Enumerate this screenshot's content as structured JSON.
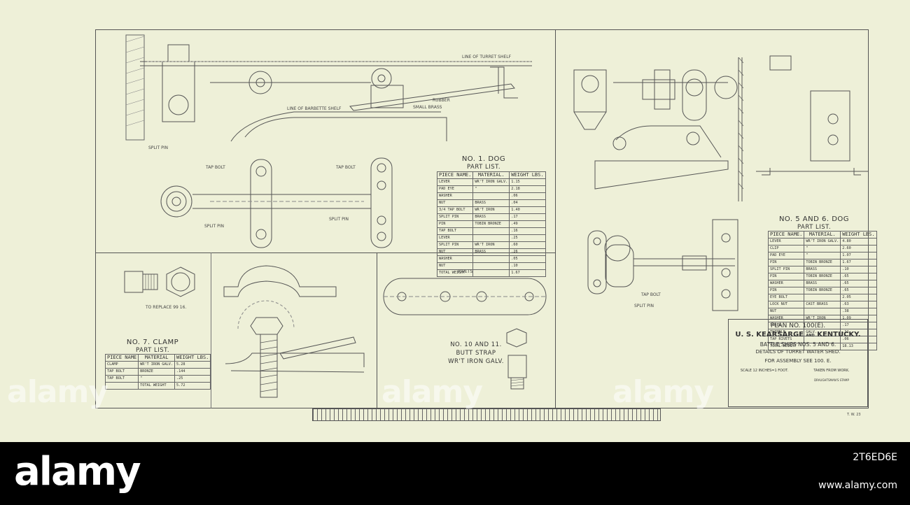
{
  "plan": {
    "number": "PLAN NO. 100(E).",
    "ships_main": "U. S. KEARSARGE",
    "ships_and": "AND",
    "ships_second": "KENTUCKY.",
    "ship_type": "BATTLE SHIPS NOS. 5 AND 6.",
    "subject": "DETAILS OF TURRET WATER SHED.",
    "assembly": "FOR ASSEMBLY SEE 100. E.",
    "scale": "SCALE 12 INCHES=1 FOOT.",
    "source": "TAKEN FROM WORK.",
    "draftsman_block": "DRAUGHTSMAN'S STAMP",
    "corner_ref": "T. W. 23"
  },
  "drawing_notes": {
    "line_turret_shelf": "LINE OF TURRET SHELF",
    "line_barbette_shelf": "LINE OF BARBETTE SHELF",
    "rubber": "RUBBER",
    "small_brass": "SMALL BRASS",
    "tap_bolt": "TAP BOLT",
    "split_pin": "SPLIT PIN",
    "rivets": "RIVETS",
    "to_replace": "TO REPLACE 99 16."
  },
  "part_lists": [
    {
      "title": "NO. 1. DOG",
      "subtitle": "PART LIST.",
      "headers": [
        "PIECE NAME.",
        "MATERIAL.",
        "WEIGHT LBS."
      ],
      "rows": [
        [
          "LEVER",
          "WR'T IRON GALV.",
          "1.15"
        ],
        [
          "PAD EYE",
          "\"",
          "2.18"
        ],
        [
          "WASHER",
          "",
          ".06"
        ],
        [
          "NUT",
          "BRASS",
          ".04"
        ],
        [
          "3/4 TAP BOLT",
          "WR'T IRON",
          "1.40"
        ],
        [
          "SPLIT PIN",
          "BRASS",
          ".17"
        ],
        [
          "PIN",
          "TOBIN BRONZE",
          ".49"
        ],
        [
          "TAP BOLT",
          "",
          ".16"
        ],
        [
          "LEVER",
          "",
          ".25"
        ],
        [
          "SPLIT PIN",
          "WR'T IRON",
          ".60"
        ],
        [
          "NUT",
          "BRASS",
          ".26"
        ],
        [
          "WASHER",
          "",
          ".05"
        ],
        [
          "NUT",
          "",
          ".10"
        ],
        [
          "TOTAL WEIGHT",
          "",
          "1.67"
        ]
      ]
    },
    {
      "title": "NO. 7. CLAMP",
      "subtitle": "PART LIST.",
      "headers": [
        "PIECE NAME",
        "MATERIAL",
        "WEIGHT LBS."
      ],
      "rows": [
        [
          "CLAMP",
          "WR'T IRON GALV.",
          "5.28"
        ],
        [
          "TAP BOLT",
          "BRONZE",
          ".144"
        ],
        [
          "TAP BOLT",
          "\"",
          ".25"
        ],
        [
          "",
          "TOTAL WEIGHT",
          "5.72"
        ]
      ]
    },
    {
      "title": "NO. 5 AND 6. DOG",
      "subtitle": "PART LIST.",
      "headers": [
        "PIECE NAME.",
        "MATERIAL.",
        "WEIGHT LBS."
      ],
      "rows": [
        [
          "LEVER",
          "WR'T IRON GALV.",
          "4.80"
        ],
        [
          "CLIP",
          "\"",
          "2.60"
        ],
        [
          "PAD EYE",
          "\"",
          "1.07"
        ],
        [
          "PIN",
          "TOBIN BRONZE",
          "1.67"
        ],
        [
          "SPLIT PIN",
          "BRASS",
          ".10"
        ],
        [
          "PIN",
          "TOBIN BRONZE",
          ".65"
        ],
        [
          "WASHER",
          "BRASS",
          ".65"
        ],
        [
          "PIN",
          "TOBIN BRONZE",
          ".65"
        ],
        [
          "EYE BOLT",
          "",
          "2.05"
        ],
        [
          "LOCK NUT",
          "CAST BRASS",
          ".63"
        ],
        [
          "NUT",
          "",
          ".38"
        ],
        [
          "WASHER",
          "WR'T IRON",
          "1.09"
        ],
        [
          "SCREW",
          "",
          ".17"
        ],
        [
          "THIMBLE",
          "GALV.",
          ".11"
        ],
        [
          "TAP RIVETS",
          "",
          ".06"
        ],
        [
          "TOTAL WEIGHT",
          "",
          "18.13"
        ]
      ]
    }
  ],
  "butt_strap": {
    "title": "NO. 10 AND 11.",
    "line2": "BUTT STRAP",
    "line3": "WR'T IRON GALV."
  },
  "watermarks": [
    "alamy",
    "alamy",
    "alamy"
  ],
  "banner": {
    "logo": "alamy",
    "image_id": "2T6ED6E",
    "site": "www.alamy.com"
  },
  "colors": {
    "paper": "#eef0d8",
    "ink": "#555555",
    "banner": "#000000"
  }
}
